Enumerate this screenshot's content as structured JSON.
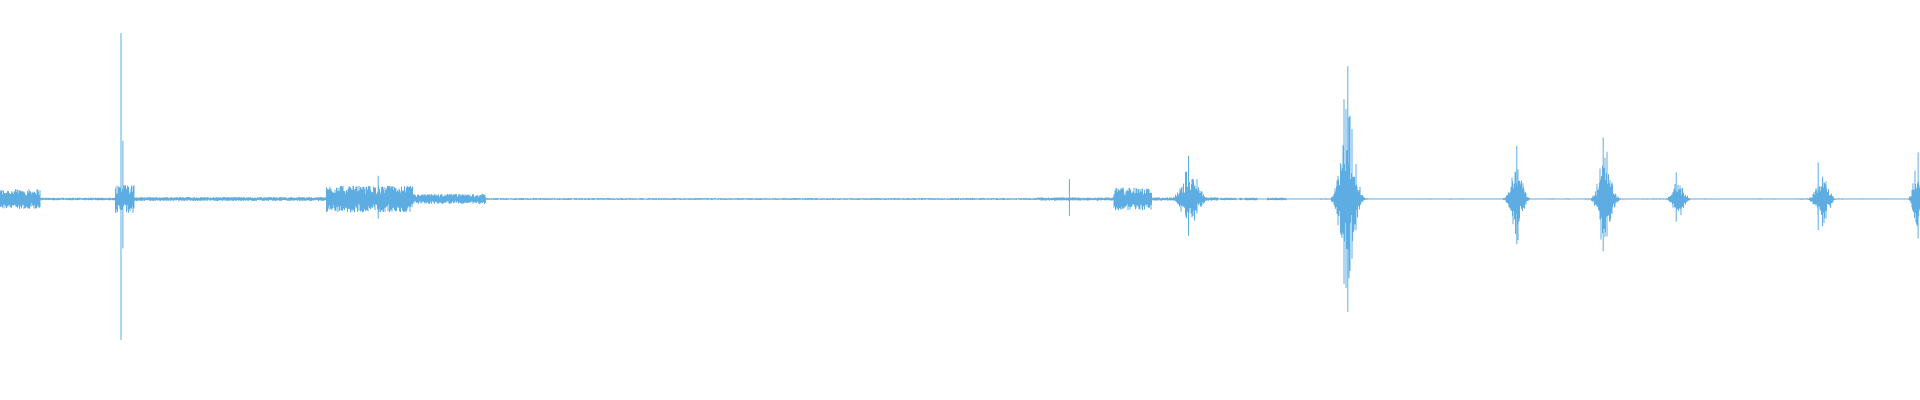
{
  "waveform": {
    "color": "#5DADE2",
    "background": "#ffffff",
    "duration": 1.0,
    "amplitude_range": [
      -1,
      1
    ],
    "segments": [
      {
        "start": 0.0,
        "end": 0.021,
        "amp": 0.06
      },
      {
        "start": 0.021,
        "end": 0.06,
        "amp": 0.008
      },
      {
        "start": 0.06,
        "end": 0.07,
        "amp": 0.09
      },
      {
        "start": 0.07,
        "end": 0.17,
        "amp": 0.012
      },
      {
        "start": 0.17,
        "end": 0.215,
        "amp": 0.08
      },
      {
        "start": 0.215,
        "end": 0.253,
        "amp": 0.03
      },
      {
        "start": 0.253,
        "end": 0.54,
        "amp": 0.006
      },
      {
        "start": 0.54,
        "end": 0.58,
        "amp": 0.01
      },
      {
        "start": 0.58,
        "end": 0.6,
        "amp": 0.07
      },
      {
        "start": 0.6,
        "end": 0.635,
        "amp": 0.01
      },
      {
        "start": 0.635,
        "end": 0.67,
        "amp": 0.008
      },
      {
        "start": 0.67,
        "end": 0.73,
        "amp": 0.004
      },
      {
        "start": 0.73,
        "end": 0.775,
        "amp": 0.004
      },
      {
        "start": 0.775,
        "end": 0.83,
        "amp": 0.004
      },
      {
        "start": 0.83,
        "end": 0.875,
        "amp": 0.004
      },
      {
        "start": 0.875,
        "end": 0.92,
        "amp": 0.004
      },
      {
        "start": 0.92,
        "end": 0.955,
        "amp": 0.004
      },
      {
        "start": 0.955,
        "end": 1.0,
        "amp": 0.004
      }
    ],
    "spikes": [
      {
        "t": 0.063,
        "amp": 1.0
      },
      {
        "t": 0.064,
        "amp": 0.35
      },
      {
        "t": 0.197,
        "amp": 0.14
      },
      {
        "t": 0.557,
        "amp": 0.12
      },
      {
        "t": 0.619,
        "amp": 0.26
      },
      {
        "t": 0.702,
        "amp": 0.8
      },
      {
        "t": 0.7,
        "amp": 0.6
      },
      {
        "t": 0.79,
        "amp": 0.32
      },
      {
        "t": 0.835,
        "amp": 0.37
      },
      {
        "t": 0.873,
        "amp": 0.16
      },
      {
        "t": 0.947,
        "amp": 0.22
      },
      {
        "t": 0.999,
        "amp": 0.28
      }
    ],
    "bursts": [
      {
        "center": 0.62,
        "width": 0.012,
        "amp": 0.22
      },
      {
        "center": 0.702,
        "width": 0.01,
        "amp": 0.65
      },
      {
        "center": 0.79,
        "width": 0.008,
        "amp": 0.28
      },
      {
        "center": 0.836,
        "width": 0.009,
        "amp": 0.34
      },
      {
        "center": 0.874,
        "width": 0.008,
        "amp": 0.14
      },
      {
        "center": 0.949,
        "width": 0.009,
        "amp": 0.18
      },
      {
        "center": 0.998,
        "width": 0.005,
        "amp": 0.22
      }
    ],
    "gaps": [
      [
        0.6345,
        0.6355
      ],
      [
        0.644,
        0.6455
      ],
      [
        0.647,
        0.648
      ],
      [
        0.655,
        0.66
      ],
      [
        0.67,
        0.688
      ],
      [
        0.713,
        0.74
      ],
      [
        0.742,
        0.744
      ],
      [
        0.746,
        0.754
      ],
      [
        0.756,
        0.76
      ],
      [
        0.762,
        0.782
      ],
      [
        0.798,
        0.806
      ],
      [
        0.81,
        0.815
      ],
      [
        0.817,
        0.826
      ],
      [
        0.846,
        0.855
      ],
      [
        0.881,
        0.887
      ],
      [
        0.889,
        0.895
      ],
      [
        0.896,
        0.915
      ],
      [
        0.917,
        0.923
      ],
      [
        0.925,
        0.935
      ],
      [
        0.96,
        0.97
      ],
      [
        0.972,
        0.98
      ],
      [
        0.982,
        0.994
      ]
    ]
  }
}
